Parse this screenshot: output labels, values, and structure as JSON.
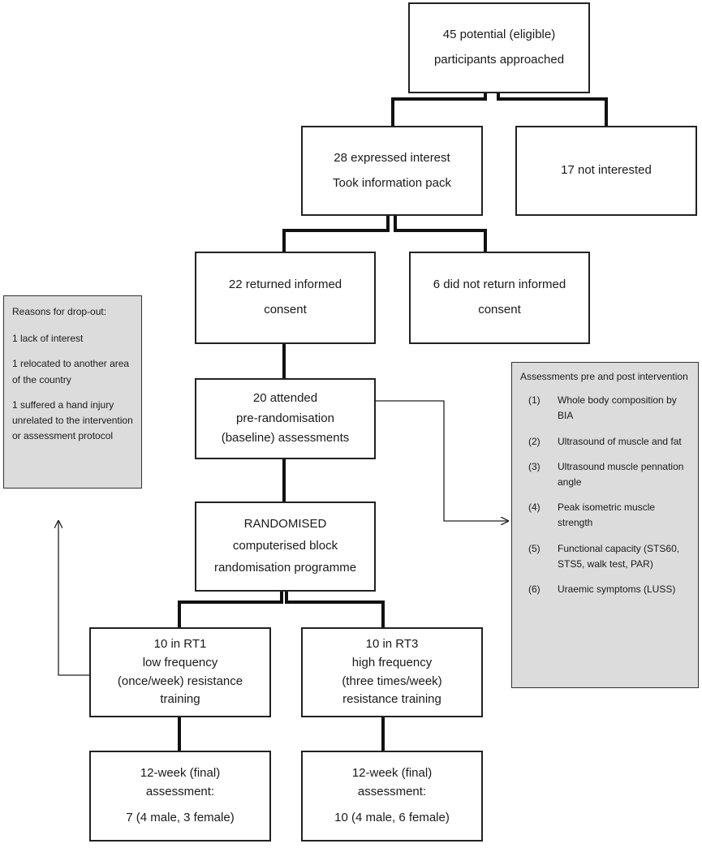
{
  "flow": {
    "approached": [
      "45 potential (eligible)",
      "participants approached"
    ],
    "interested": [
      "28 expressed interest",
      "Took information pack"
    ],
    "not_interested": [
      "17 not interested"
    ],
    "returned": [
      "22 returned informed",
      "consent"
    ],
    "not_returned": [
      "6 did not return informed",
      "consent"
    ],
    "attended": [
      "20 attended",
      "pre-randomisation",
      "(baseline) assessments"
    ],
    "randomised": [
      "RANDOMISED",
      "computerised block",
      "randomisation programme"
    ],
    "rt1": [
      "10 in RT1",
      "low frequency",
      "(once/week) resistance",
      "training"
    ],
    "rt3": [
      "10 in RT3",
      "high frequency",
      "(three times/week)",
      "resistance training"
    ],
    "final_rt1": [
      "12-week (final)",
      "assessment:",
      "7 (4 male, 3 female)"
    ],
    "final_rt3": [
      "12-week (final)",
      "assessment:",
      "10 (4 male, 6 female)"
    ]
  },
  "dropout": {
    "heading": "Reasons for drop-out:",
    "items": [
      "1 lack of interest",
      "1 relocated to another area of the country",
      "1 suffered a hand injury unrelated to the intervention or assessment protocol"
    ]
  },
  "assessments": {
    "heading": "Assessments pre and post intervention",
    "items": [
      {
        "num": "(1)",
        "text": "Whole body composition by BIA"
      },
      {
        "num": "(2)",
        "text": "Ultrasound of muscle and fat"
      },
      {
        "num": "(3)",
        "text": "Ultrasound muscle pennation angle"
      },
      {
        "num": "(4)",
        "text": "Peak isometric muscle strength"
      },
      {
        "num": "(5)",
        "text": "Functional capacity (STS60, STS5, walk test, PAR)"
      },
      {
        "num": "(6)",
        "text": "Uraemic symptoms (LUSS)"
      }
    ]
  }
}
